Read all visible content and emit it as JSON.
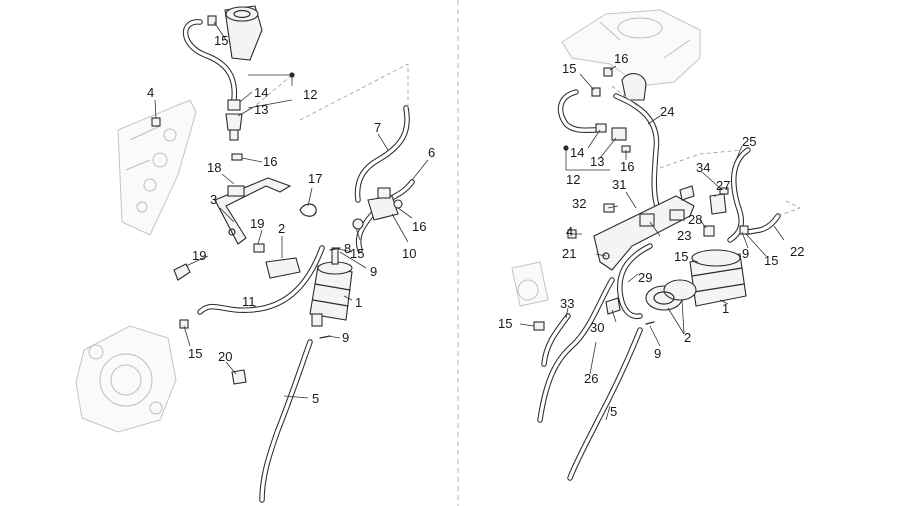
{
  "left_view": {
    "callouts": [
      "15",
      "12",
      "14",
      "13",
      "4",
      "16",
      "18",
      "17",
      "3",
      "7",
      "6",
      "19",
      "2",
      "16",
      "19",
      "10",
      "15",
      "8",
      "9",
      "11",
      "1",
      "9",
      "15",
      "20",
      "5"
    ]
  },
  "right_view": {
    "callouts": [
      "16",
      "15",
      "24",
      "14",
      "13",
      "16",
      "12",
      "25",
      "34",
      "31",
      "27",
      "32",
      "28",
      "23",
      "4",
      "21",
      "29",
      "15",
      "9",
      "22",
      "15",
      "33",
      "30",
      "1",
      "2",
      "9",
      "26",
      "5",
      "15"
    ]
  }
}
